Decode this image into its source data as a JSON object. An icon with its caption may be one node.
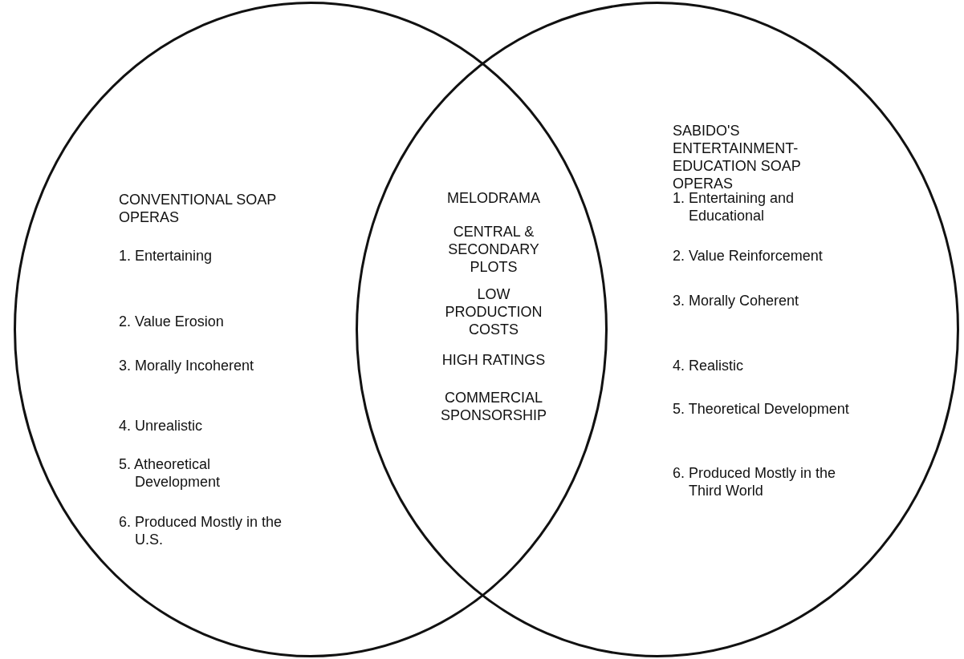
{
  "diagram": {
    "nodes": [
      {
        "text": [
          "CONVENTIONAL SOAP OPERAS",
          "1. Entertaining",
          "2. Value Erosion",
          "3. Morally Incoherent",
          "4. Unrealistic",
          "5. Atheoretical Development",
          "6. Produced Mostly in the U.S."
        ]
      },
      {
        "text": [
          "SABIDO'S ENTERTAINMENT-EDUCATION SOAP OPERAS",
          "1. Entertaining and Educational",
          "2. Value Reinforcement",
          "3. Morally Coherent",
          "4. Realistic",
          "5. Theoretical Development",
          "6. Produced Mostly in the Third World"
        ]
      }
    ],
    "labels": [
      "MELODRAMA",
      "CENTRAL & SECONDARY PLOTS",
      "LOW PRODUCTION COSTS",
      "HIGH RATINGS",
      "COMMERCIAL SPONSORSHIP"
    ]
  }
}
